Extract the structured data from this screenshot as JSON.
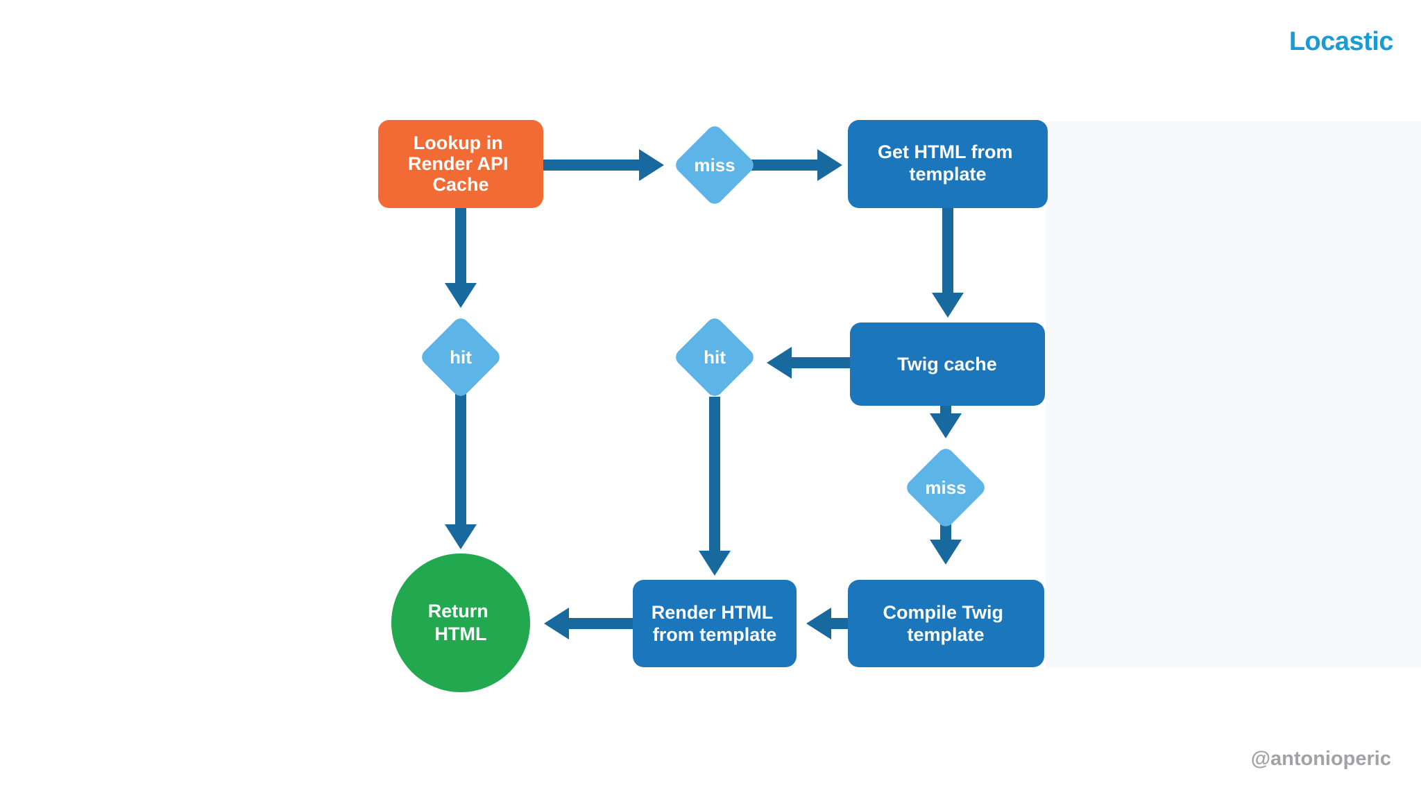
{
  "page": {
    "background": "#ffffff",
    "side_panel": "#f8f9fa"
  },
  "brand": {
    "logo_text": "Locastic",
    "logo_color": "#189bd7",
    "handle_text": "@antonioperic",
    "handle_color": "#a2a2a6"
  },
  "colors": {
    "process": "#1b76bb",
    "decision": "#5db5e7",
    "start": "#f26b35",
    "terminal": "#22a94f",
    "arrow": "#17699e",
    "label": "#ffffff"
  },
  "flow": {
    "nodes": {
      "lookup": {
        "lines": [
          "Lookup in",
          "Render API",
          "Cache"
        ]
      },
      "miss1": {
        "label": "miss"
      },
      "get_html": {
        "lines": [
          "Get HTML from",
          "template"
        ]
      },
      "hit1": {
        "label": "hit"
      },
      "twig_cache": {
        "lines": [
          "Twig cache"
        ]
      },
      "hit2": {
        "label": "hit"
      },
      "miss2": {
        "label": "miss"
      },
      "compile": {
        "lines": [
          "Compile Twig",
          "template"
        ]
      },
      "render": {
        "lines": [
          "Render HTML",
          "from template"
        ]
      },
      "return_html": {
        "lines": [
          "Return",
          "HTML"
        ]
      }
    }
  }
}
